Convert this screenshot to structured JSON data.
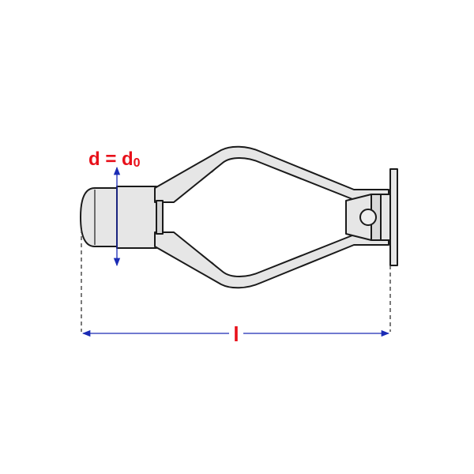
{
  "diagram": {
    "labels": {
      "diameter": {
        "main": "d = d",
        "subscript": "0"
      },
      "length": "l"
    },
    "colors": {
      "part_fill": "#e6e6e6",
      "part_stroke": "#1a1a1a",
      "dimension_line": "#1a2bb5",
      "label_text": "#e8101a",
      "extension_line": "#333333"
    }
  }
}
